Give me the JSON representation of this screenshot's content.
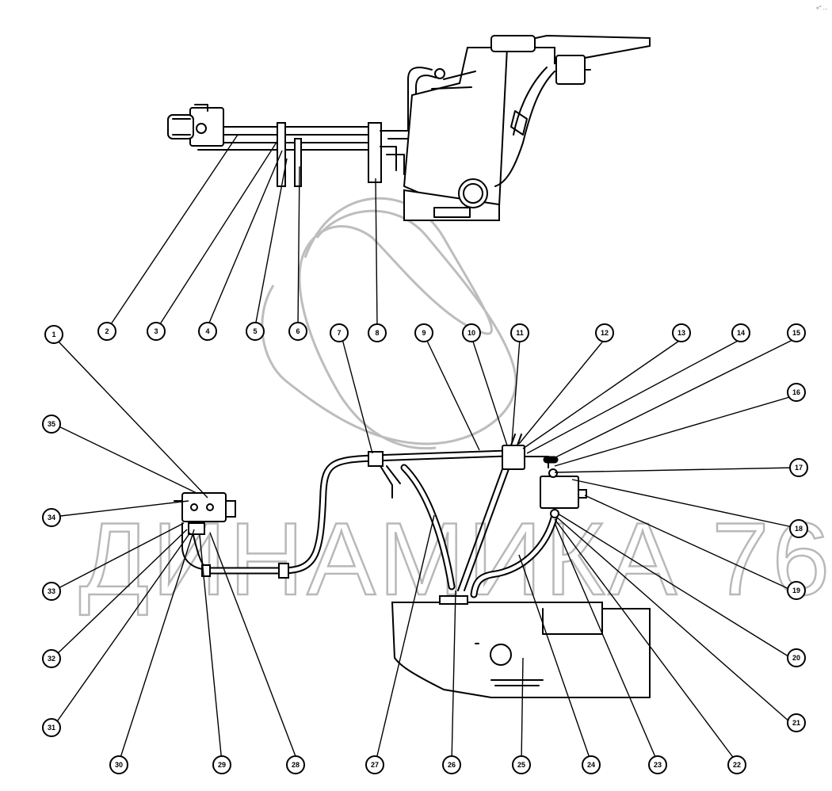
{
  "diagram": {
    "title": "Hydraulic system parts diagram",
    "watermark": "ДИНАМИКА 76",
    "corner_mark": "«° ...",
    "callouts": [
      "1",
      "2",
      "3",
      "4",
      "5",
      "6",
      "7",
      "8",
      "9",
      "10",
      "11",
      "12",
      "13",
      "14",
      "15",
      "16",
      "17",
      "18",
      "19",
      "20",
      "21",
      "22",
      "23",
      "24",
      "25",
      "26",
      "27",
      "28",
      "29",
      "30",
      "31",
      "32",
      "33",
      "34",
      "35"
    ]
  }
}
